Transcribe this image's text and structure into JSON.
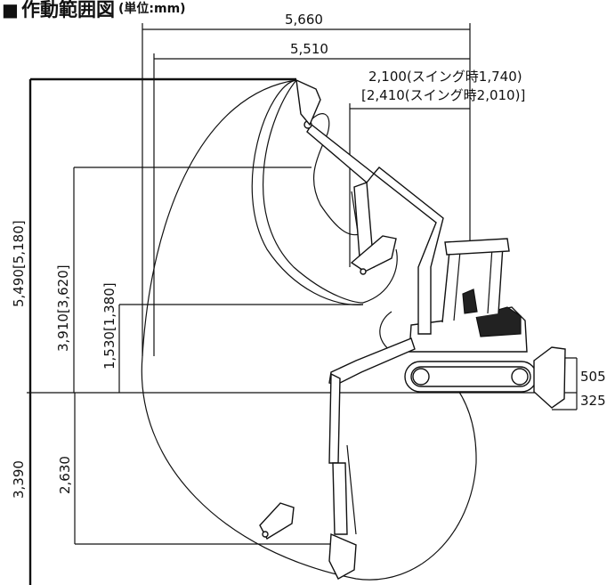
{
  "title": {
    "square": "■",
    "main": "作動範囲図",
    "unit": "(単位:mm)"
  },
  "dimensions": {
    "max_reach": "5,660",
    "max_reach_ground": "5,510",
    "min_swing_radius": "2,100(スイング時1,740)",
    "min_swing_radius_alt": "[2,410(スイング時2,010)]",
    "max_dig_height": "5,490[5,180]",
    "max_dump_height": "3,910[3,620]",
    "min_dump_height": "1,530[1,380]",
    "max_dig_depth": "3,390",
    "max_vertical_dig_depth": "2,630",
    "blade_raise": "505",
    "blade_lower": "325"
  }
}
